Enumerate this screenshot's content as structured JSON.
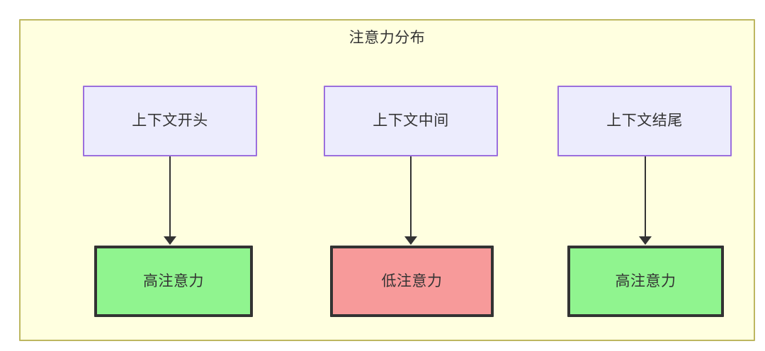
{
  "diagram": {
    "type": "flowchart",
    "title": "注意力分布",
    "container": {
      "background_color": "#ffffe0",
      "border_color": "#bdb760"
    },
    "columns": [
      {
        "context_label": "上下文开头",
        "attention_label": "高注意力",
        "attention_level": "high",
        "attention_color": "#90f48f"
      },
      {
        "context_label": "上下文中间",
        "attention_label": "低注意力",
        "attention_level": "low",
        "attention_color": "#f79a9a"
      },
      {
        "context_label": "上下文结尾",
        "attention_label": "高注意力",
        "attention_level": "high",
        "attention_color": "#90f48f"
      }
    ],
    "node_styles": {
      "context_fill": "#ececfd",
      "context_border": "#9b6fdd",
      "attention_border": "#333333",
      "edge_color": "#333333",
      "text_color": "#333333"
    }
  }
}
